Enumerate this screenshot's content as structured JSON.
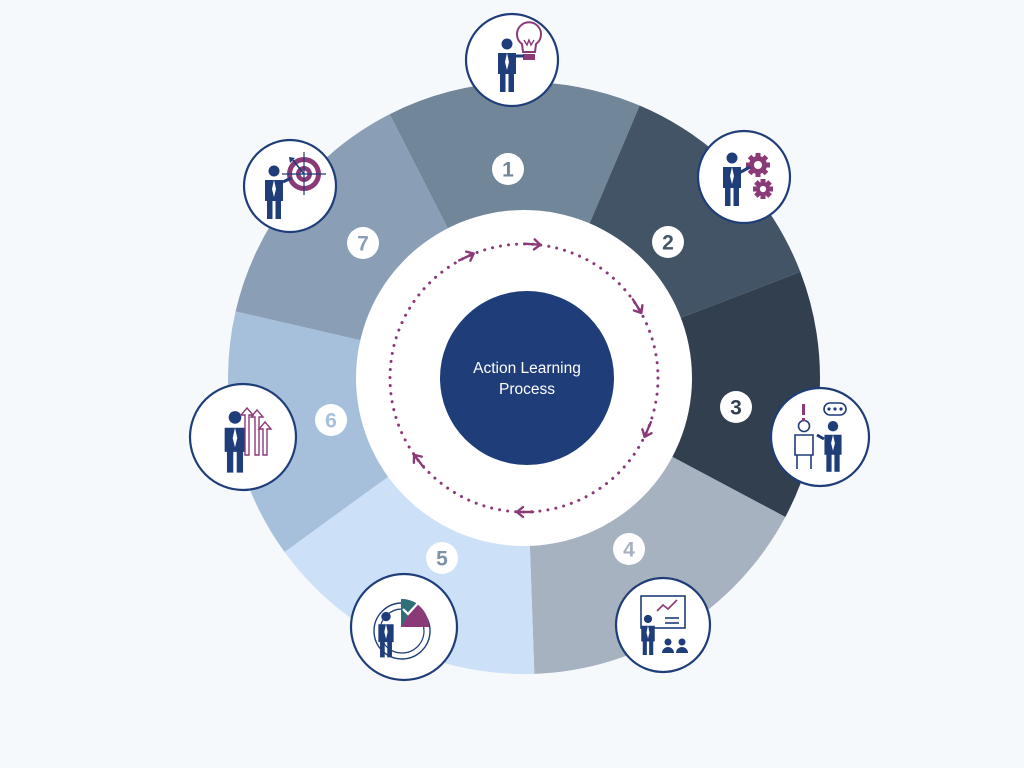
{
  "diagram": {
    "center": {
      "line1": "Action Learning",
      "line2": "Process"
    },
    "colors": {
      "background": "#f5f9fc",
      "center_fill": "#1f3d79",
      "accent_purple": "#8b3a78",
      "navy": "#1f3d79"
    },
    "steps": [
      {
        "number": "1",
        "color": "#72869a",
        "icon": "person-lightbulb-icon",
        "num_color": "#72869a"
      },
      {
        "number": "2",
        "color": "#435466",
        "icon": "person-gears-icon",
        "num_color": "#435466"
      },
      {
        "number": "3",
        "color": "#313f4f",
        "icon": "two-people-conversation-icon",
        "num_color": "#313f4f"
      },
      {
        "number": "4",
        "color": "#a6b2bf",
        "icon": "presentation-board-icon",
        "num_color": "#a6b2bf"
      },
      {
        "number": "5",
        "color": "#cce0f8",
        "icon": "person-pie-chart-icon",
        "num_color": "#7f93a6"
      },
      {
        "number": "6",
        "color": "#a6c0dc",
        "icon": "person-growth-arrows-icon",
        "num_color": "#a6c0dc"
      },
      {
        "number": "7",
        "color": "#8a9fb5",
        "icon": "person-target-icon",
        "num_color": "#8a9fb5"
      }
    ]
  }
}
